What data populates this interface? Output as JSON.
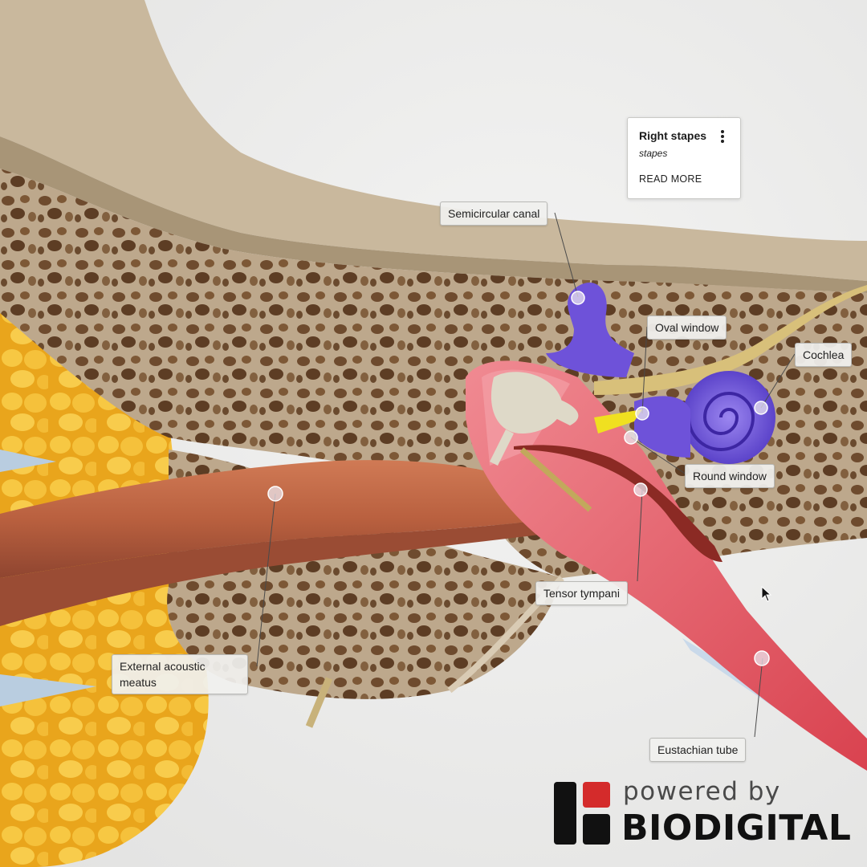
{
  "info_card": {
    "title": "Right stapes",
    "subtitle": "stapes",
    "read_more": "READ MORE",
    "menu_icon": "more-vertical-icon"
  },
  "labels": {
    "semicircular_canal": "Semicircular canal",
    "oval_window": "Oval window",
    "cochlea": "Cochlea",
    "round_window": "Round window",
    "tensor_tympani": "Tensor tympani",
    "external_acoustic_meatus": "External acoustic meatus",
    "eustachian_tube": "Eustachian tube"
  },
  "branding": {
    "powered_by": "powered by",
    "brand": "BIODIGITAL"
  },
  "colors": {
    "bone": "#c6b39a",
    "bone_dark": "#6b4a2c",
    "fat": "#f5c23c",
    "canal": "#b86445",
    "tympanic": "#e8606a",
    "labyrinth": "#6e52d9",
    "nerve": "#d8c07a",
    "ossicles": "#ded9c8",
    "logo_red": "#d42b2b"
  }
}
